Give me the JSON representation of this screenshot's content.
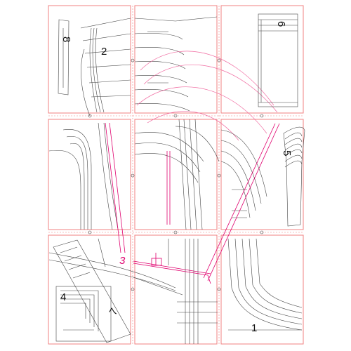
{
  "pieces": {
    "p1": "1",
    "p2": "2",
    "p3": "3",
    "p4": "4",
    "p5": "5",
    "p6": "6",
    "p7": "7",
    "p8": "8"
  },
  "colors": {
    "tile_border": "#f08080",
    "pattern_line": "#444444",
    "highlight_line": "#e0006e",
    "pink_curve": "#f06aa0",
    "background": "#ffffff"
  }
}
